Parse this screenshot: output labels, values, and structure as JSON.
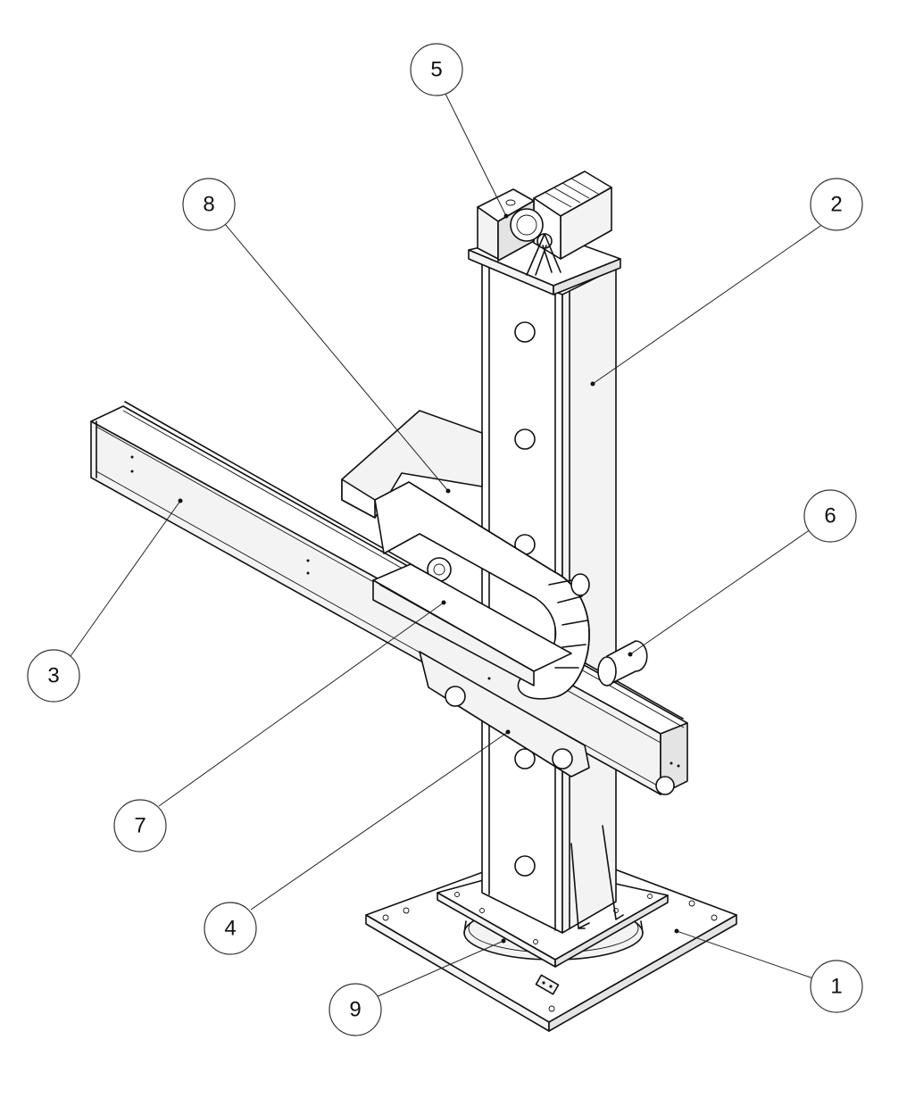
{
  "callouts": [
    {
      "label": "1",
      "part": "base-plate"
    },
    {
      "label": "2",
      "part": "column"
    },
    {
      "label": "3",
      "part": "boom-arm"
    },
    {
      "label": "4",
      "part": "carriage"
    },
    {
      "label": "5",
      "part": "lift-motor"
    },
    {
      "label": "6",
      "part": "guide-roller"
    },
    {
      "label": "7",
      "part": "boom-slider"
    },
    {
      "label": "8",
      "part": "cable-chain"
    },
    {
      "label": "9",
      "part": "rotary-bearing"
    }
  ],
  "colors": {
    "line": "#111111",
    "paper": "#ffffff",
    "balloon_stroke": "#333333"
  }
}
